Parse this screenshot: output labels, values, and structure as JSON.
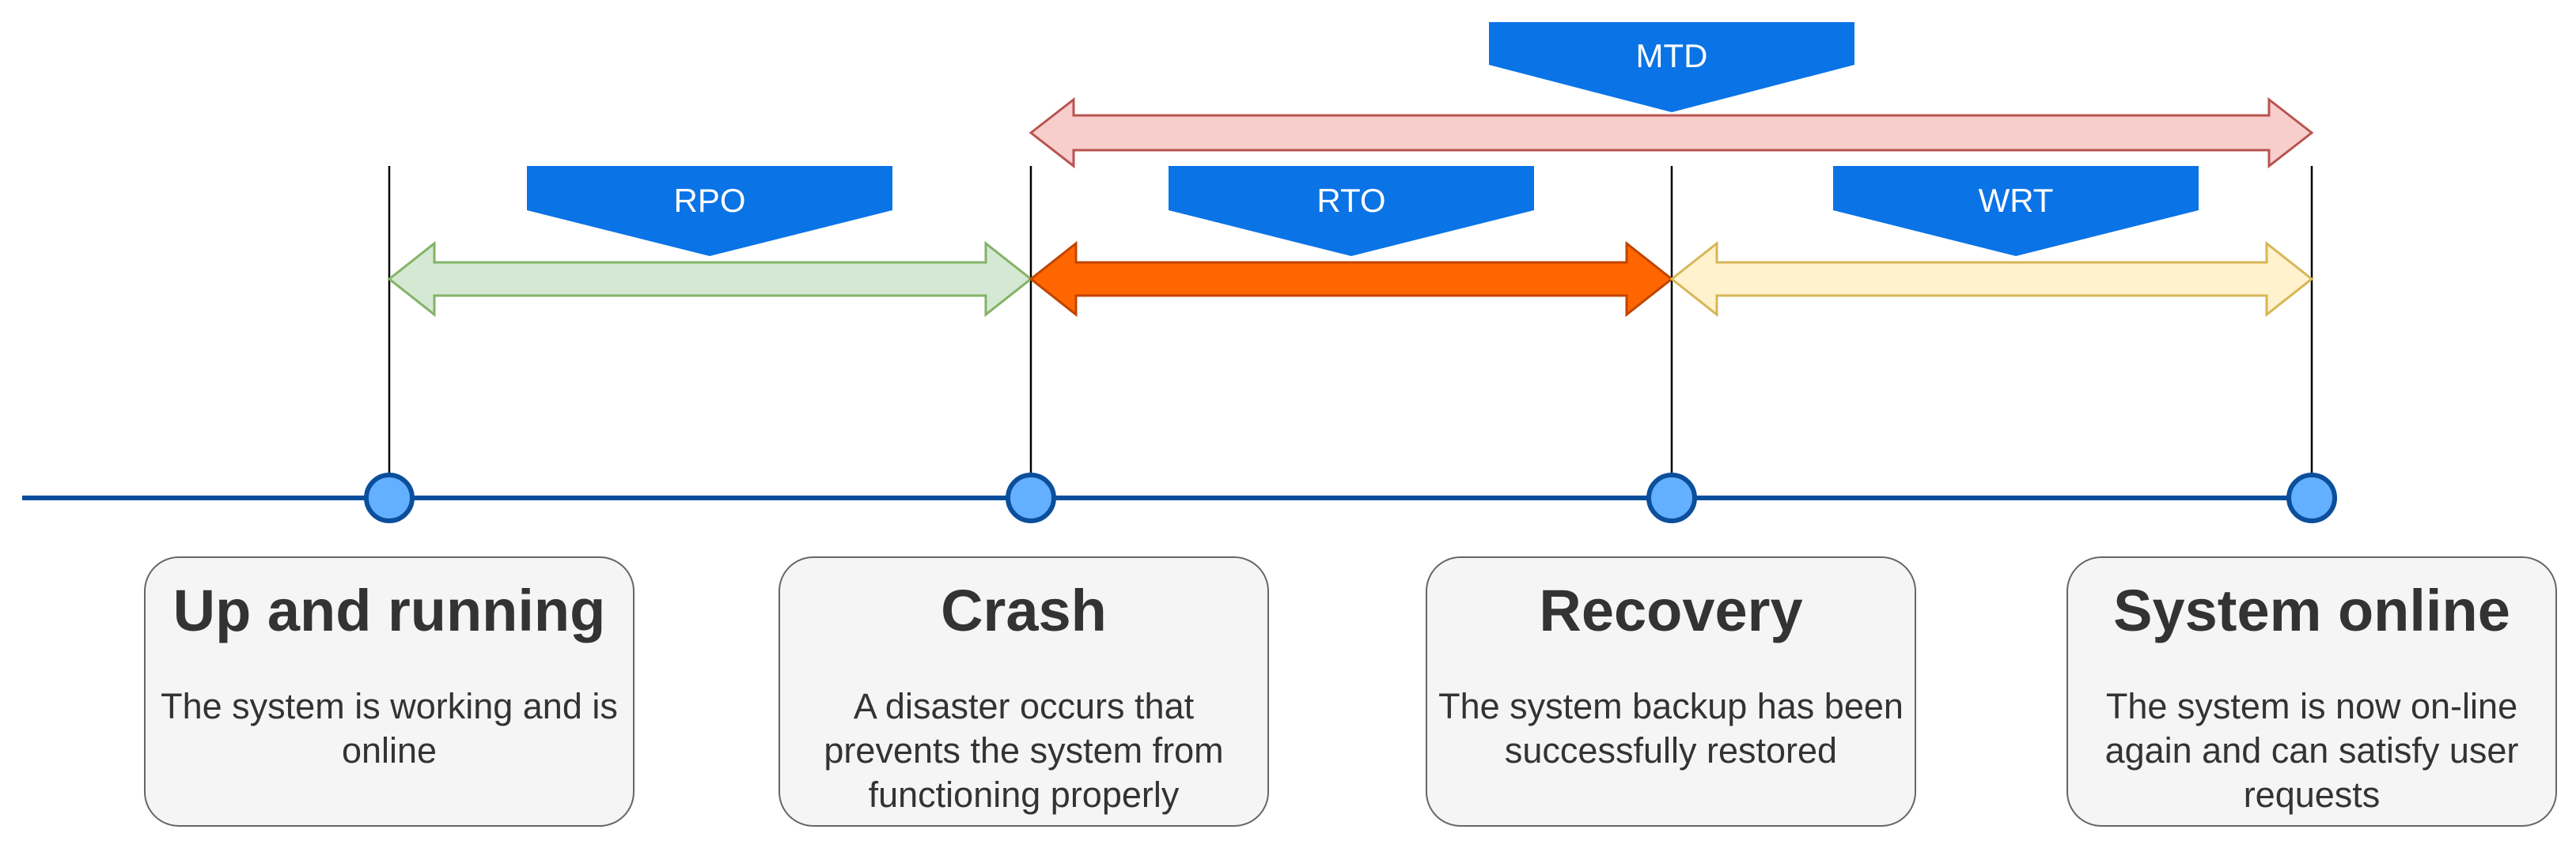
{
  "labels": {
    "mtd": "MTD",
    "rpo": "RPO",
    "rto": "RTO",
    "wrt": "WRT"
  },
  "colors": {
    "callout": "#0a73e6",
    "timeline": "#0b4f9c",
    "milestone_fill": "#62b0ff",
    "mtd_fill": "#f8cecc",
    "mtd_stroke": "#b85450",
    "rpo_fill": "#d5e8d4",
    "rpo_stroke": "#82b366",
    "rto_fill": "#ff6600",
    "rto_stroke": "#c04400",
    "wrt_fill": "#fff2cc",
    "wrt_stroke": "#d6b656"
  },
  "milestones": [
    {
      "title": "Up and running",
      "description": "The system is working and is online"
    },
    {
      "title": "Crash",
      "description": "A disaster occurs that prevents the system from functioning properly"
    },
    {
      "title": "Recovery",
      "description": "The system backup has been successfully restored"
    },
    {
      "title": "System online",
      "description": "The system is now on-line again and can satisfy user requests"
    }
  ]
}
